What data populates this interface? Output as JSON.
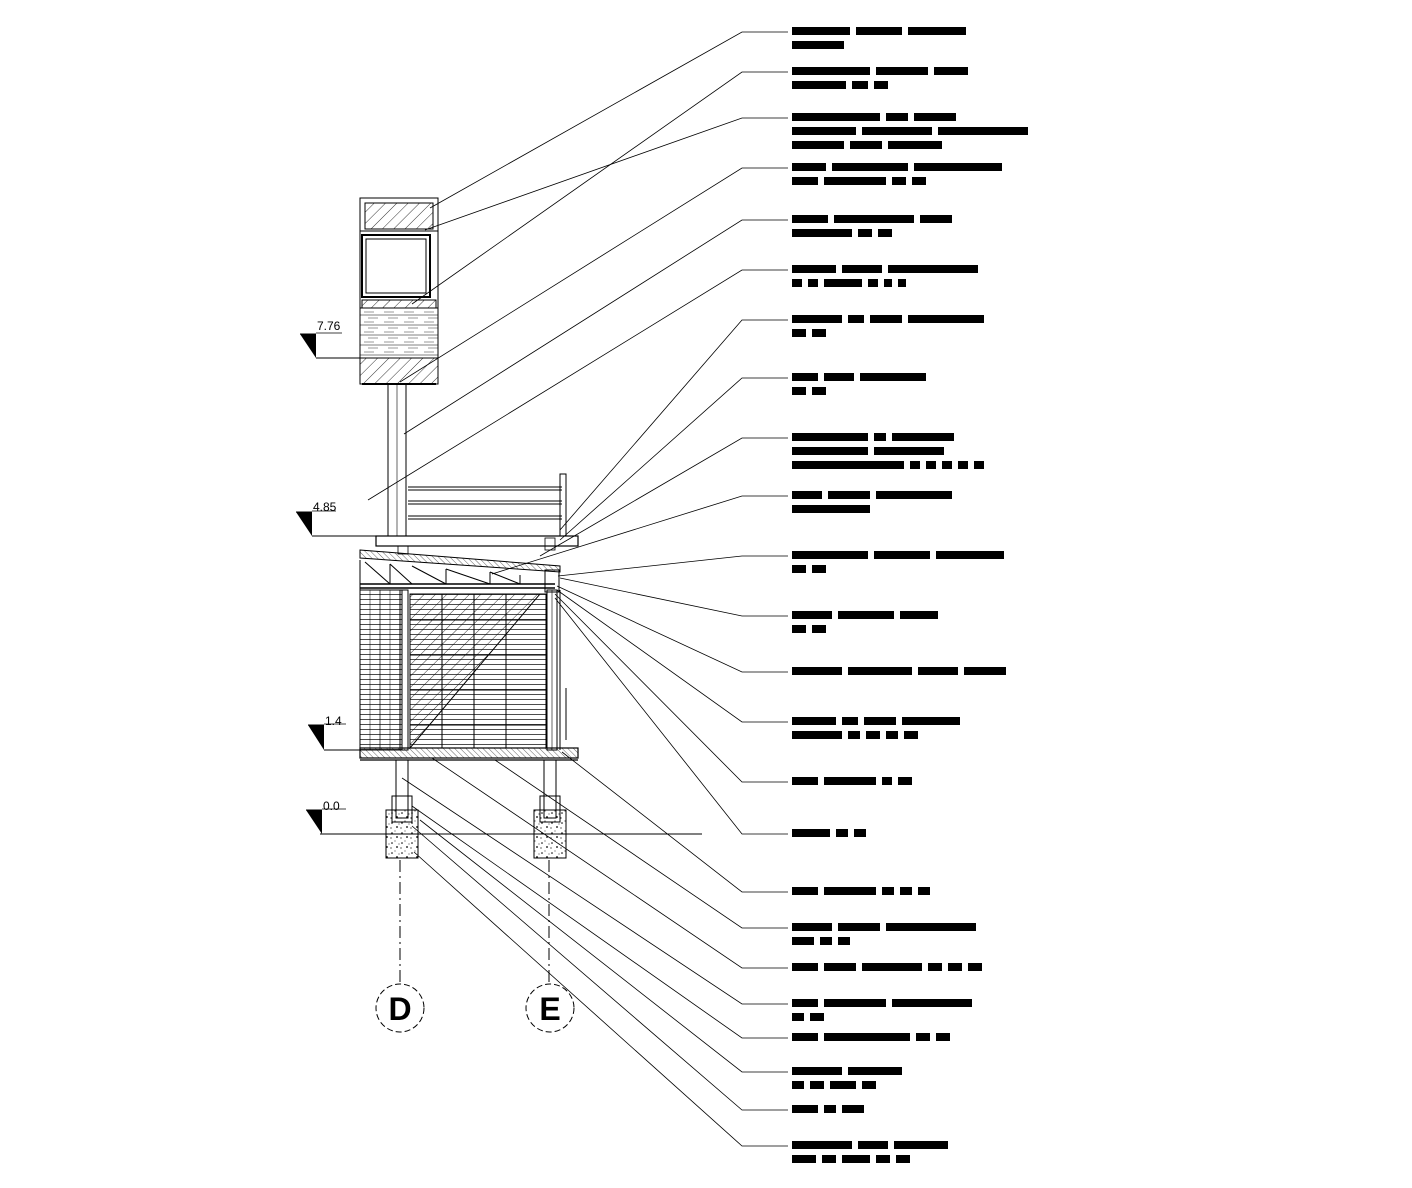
{
  "levels": [
    {
      "label": "7.76"
    },
    {
      "label": "4.85"
    },
    {
      "label": "1.4"
    },
    {
      "label": "0.0"
    }
  ],
  "grid_axes": [
    {
      "label": "D"
    },
    {
      "label": "E"
    }
  ],
  "annotations": [
    {
      "bars": [
        [
          58,
          46,
          58
        ],
        [
          52
        ]
      ]
    },
    {
      "bars": [
        [
          78,
          52,
          34
        ],
        [
          54,
          16,
          14
        ]
      ]
    },
    {
      "bars": [
        [
          88,
          22,
          42
        ],
        [
          64,
          70,
          90
        ],
        [
          52,
          32,
          54
        ]
      ]
    },
    {
      "bars": [
        [
          34,
          76,
          88
        ],
        [
          26,
          62,
          14,
          14
        ]
      ]
    },
    {
      "bars": [
        [
          36,
          80,
          32
        ],
        [
          60,
          14,
          14
        ]
      ]
    },
    {
      "bars": [
        [
          44,
          40,
          90
        ],
        [
          10,
          10,
          38,
          10,
          8,
          8
        ]
      ]
    },
    {
      "bars": [
        [
          50,
          16,
          32,
          76
        ],
        [
          14,
          14
        ]
      ]
    },
    {
      "bars": [
        [
          26,
          30,
          66
        ],
        [
          14,
          14
        ]
      ]
    },
    {
      "bars": [
        [
          76,
          12,
          62
        ],
        [
          76,
          70
        ],
        [
          112,
          10,
          10,
          10,
          10,
          10
        ]
      ]
    },
    {
      "bars": [
        [
          30,
          42,
          76
        ],
        [
          78
        ]
      ]
    },
    {
      "bars": [
        [
          76,
          56,
          68
        ],
        [
          14,
          14
        ]
      ]
    },
    {
      "bars": [
        [
          40,
          56,
          38
        ],
        [
          14,
          14
        ]
      ]
    },
    {
      "bars": [
        [
          50,
          64,
          40,
          42
        ]
      ]
    },
    {
      "bars": [
        [
          44,
          16,
          32,
          58
        ],
        [
          50,
          12,
          14,
          12,
          14
        ]
      ]
    },
    {
      "bars": [
        [
          26,
          52,
          10,
          14
        ]
      ]
    },
    {
      "bars": [
        [
          38,
          12,
          12
        ]
      ]
    },
    {
      "bars": [
        [
          26,
          52,
          12,
          12,
          12
        ]
      ]
    },
    {
      "bars": [
        [
          40,
          42,
          90
        ],
        [
          22,
          12,
          12
        ]
      ]
    },
    {
      "bars": [
        [
          26,
          32,
          60,
          14,
          14,
          14
        ]
      ]
    },
    {
      "bars": [
        [
          26,
          62,
          80
        ],
        [
          12,
          14
        ]
      ]
    },
    {
      "bars": [
        [
          26,
          86,
          14,
          14
        ]
      ]
    },
    {
      "bars": [
        [
          50,
          54
        ],
        [
          12,
          14,
          26,
          14
        ]
      ]
    },
    {
      "bars": [
        [
          26,
          12,
          22
        ]
      ]
    },
    {
      "bars": [
        [
          60,
          30,
          54
        ],
        [
          24,
          14,
          28,
          14,
          14
        ]
      ]
    }
  ]
}
